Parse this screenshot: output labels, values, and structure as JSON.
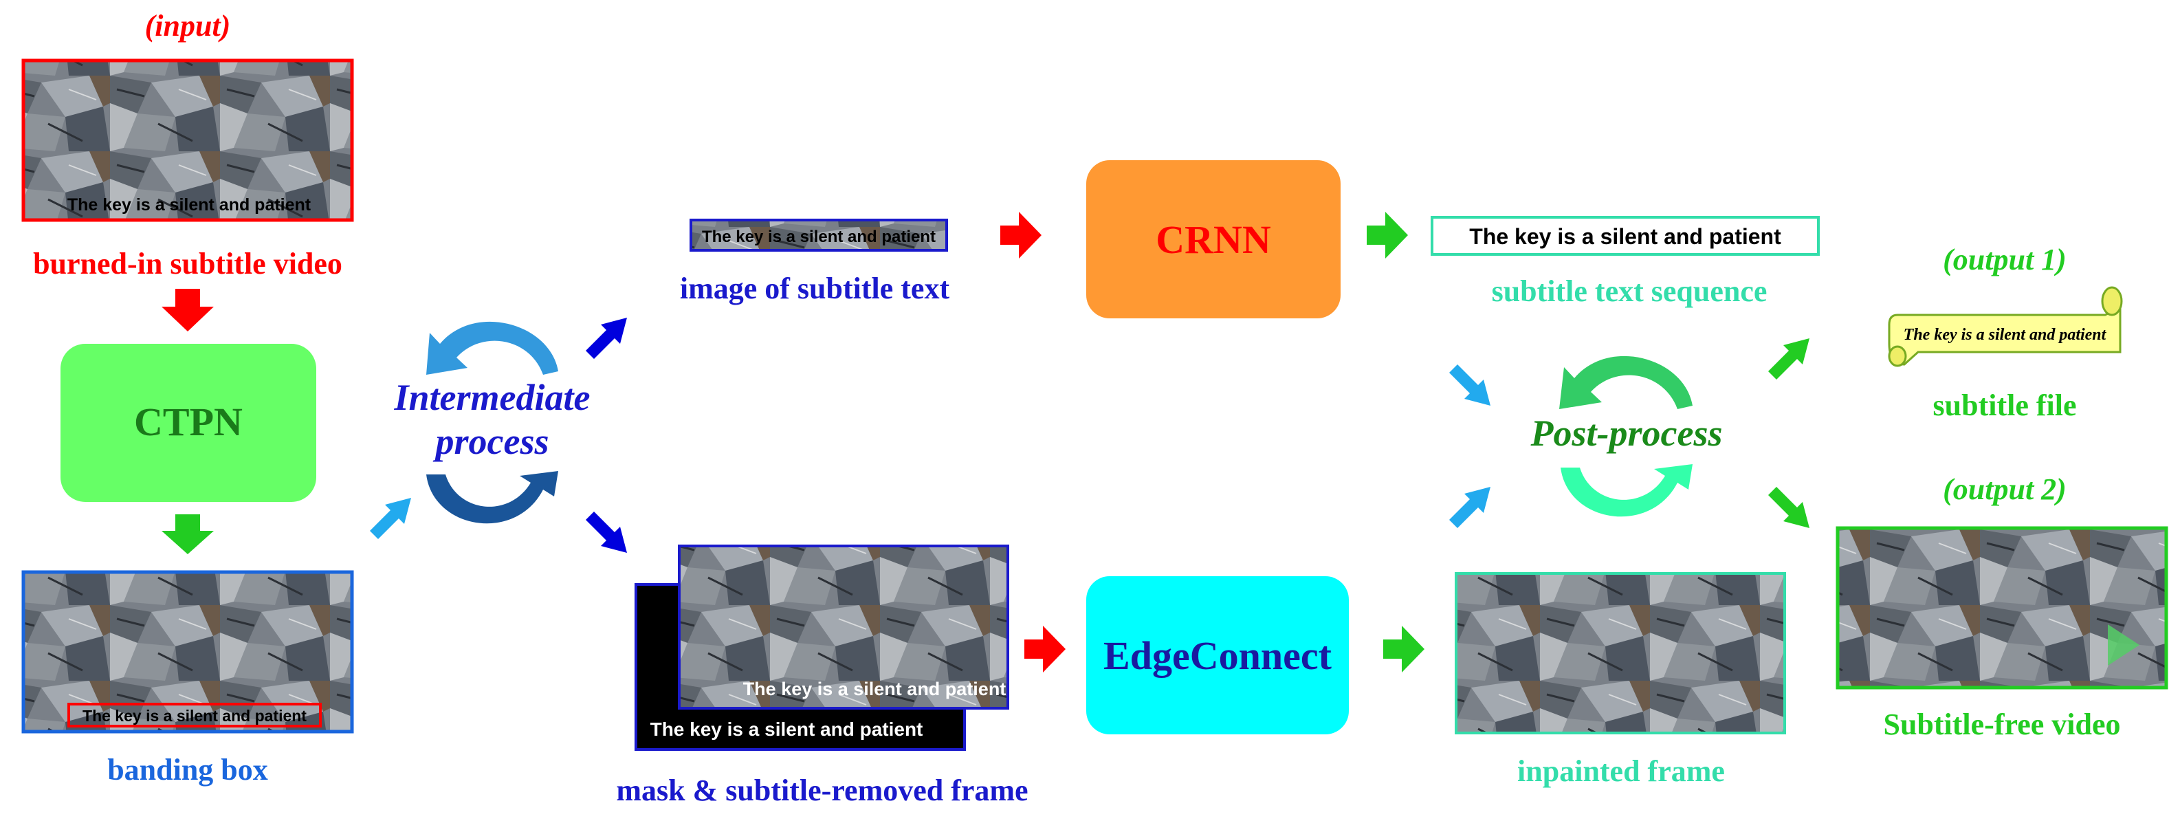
{
  "labels": {
    "input": "(input)",
    "burned_video": "burned-in subtitle video",
    "ctpn": "CTPN",
    "banding_box": "banding box",
    "intermediate_line1": "Intermediate",
    "intermediate_line2": "process",
    "image_subtitle_text": "image of subtitle text",
    "crnn": "CRNN",
    "mask_frame": "mask & subtitle-removed frame",
    "edgeconnect": "EdgeConnect",
    "subtitle_text_sequence": "subtitle text sequence",
    "post_process": "Post-process",
    "inpainted_frame": "inpainted frame",
    "output1": "(output 1)",
    "subtitle_file": "subtitle file",
    "output2": "(output 2)",
    "subtitle_free_video": "Subtitle-free video"
  },
  "subtitle_sentence": "The key is a silent and patient",
  "input_overlay": "The key is a silent and patient",
  "colors": {
    "red": "#ff0000",
    "ctpn_fill": "#66ff66",
    "ctpn_text": "#1a7a1a",
    "crnn_fill": "#ff9933",
    "edge_fill": "#00ffff",
    "edge_text": "#1a1aa0",
    "blue_label": "#1a1acc",
    "banding_blue": "#1a66dd",
    "teal": "#33ddaa",
    "green": "#22cc22",
    "post_green": "#1a8a1a"
  }
}
